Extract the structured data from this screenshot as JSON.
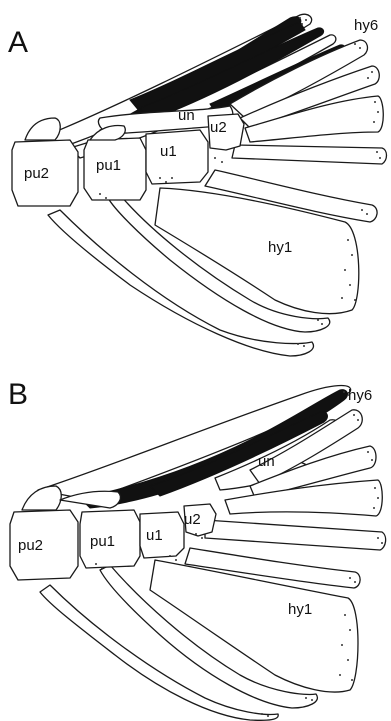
{
  "figure": {
    "panels": [
      {
        "label": "A",
        "structures": {
          "pu2": "pu2",
          "pu1": "pu1",
          "u1": "u1",
          "u2": "u2",
          "un": "un",
          "hy1": "hy1",
          "hy6": "hy6"
        }
      },
      {
        "label": "B",
        "structures": {
          "pu2": "pu2",
          "pu1": "pu1",
          "u1": "u1",
          "u2": "u2",
          "un": "un",
          "hy1": "hy1",
          "hy6": "hy6"
        }
      }
    ],
    "colors": {
      "outline": "#1a1a1a",
      "cartilage_fill": "#ffffff",
      "uroneural_fill": "#111111"
    }
  }
}
